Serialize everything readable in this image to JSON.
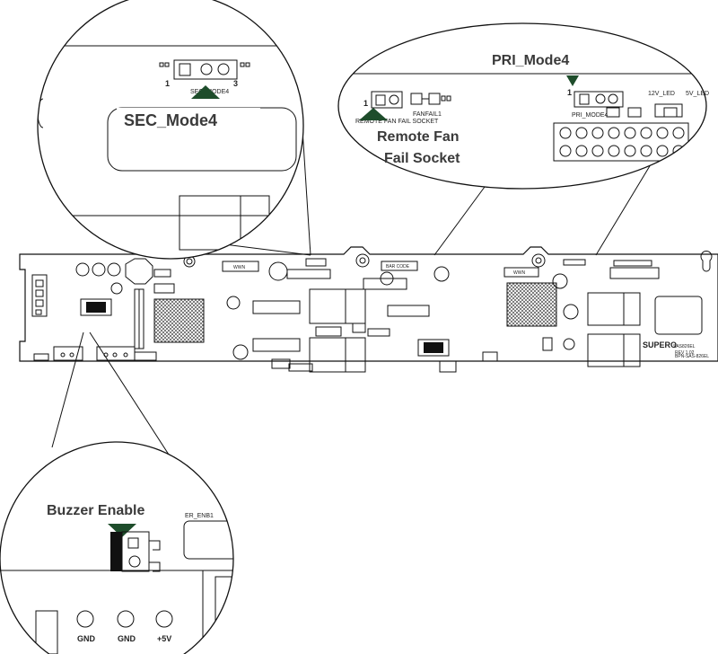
{
  "callouts": {
    "sec_mode4": {
      "label": "SEC_Mode4",
      "silk": "SEC_MODE4",
      "pin1": "1",
      "pin3": "3"
    },
    "pri_mode4": {
      "label": "PRI_Mode4",
      "silk": "PRI_MODE4",
      "pin1": "1"
    },
    "remote_fan": {
      "line1": "Remote Fan",
      "line2": "Fail Socket",
      "silk": "REMOTE FAN FAIL SOCKET",
      "pin1": "1",
      "led": "FANFAIL1"
    },
    "leds": {
      "led12v": "12V_LED",
      "led5v": "5V_LED"
    },
    "buzzer": {
      "label": "Buzzer Enable",
      "silk": "ER_ENB1",
      "pins": [
        "GND",
        "GND",
        "+5V"
      ]
    }
  },
  "board": {
    "wwn": "WWN",
    "barcode": "BAR CODE",
    "brand": "SUPERO",
    "model": "SAS826EL",
    "rev": "REV 1.02",
    "serial": "BPN-SAS-826EL"
  },
  "colors": {
    "arrow": "#1e4d2b",
    "line": "#111111",
    "label": "#3a3a3a"
  }
}
